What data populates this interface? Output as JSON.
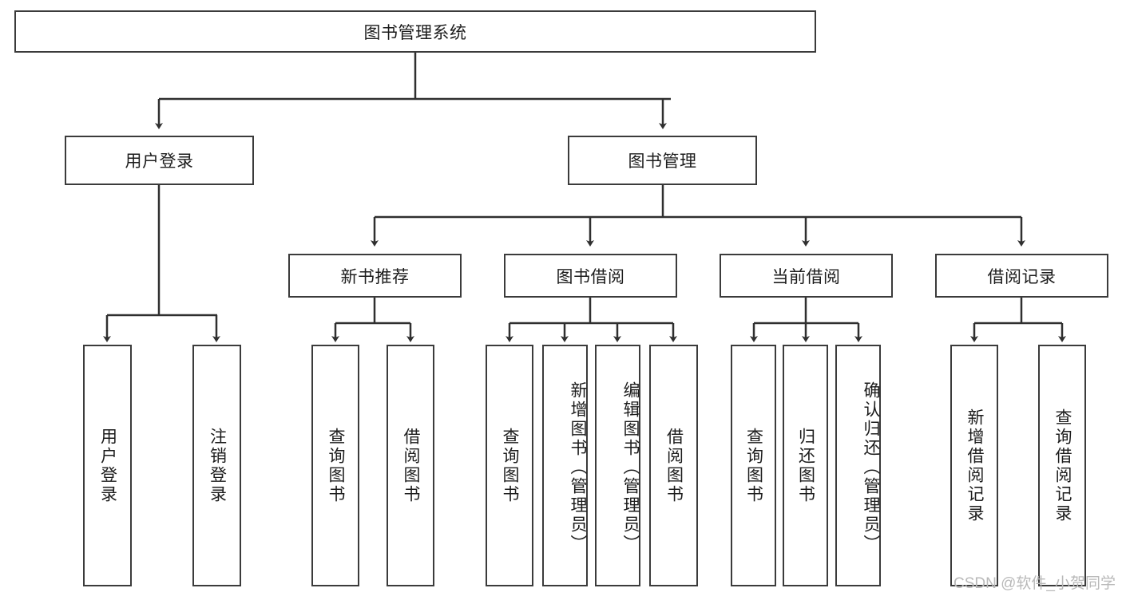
{
  "diagram": {
    "type": "tree",
    "title": "图书管理系统",
    "watermark": "CSDN @软件_小贺同学",
    "colors": {
      "box_border": "#3b3b3b",
      "box_fill": "#ffffff",
      "line": "#2f2f2f",
      "text": "#1c1c1c",
      "watermark": "#b9b9b9"
    },
    "levels": {
      "root": {
        "label": "图书管理系统"
      },
      "level2": [
        {
          "id": "user-login",
          "label": "用户登录"
        },
        {
          "id": "book-manage",
          "label": "图书管理"
        }
      ],
      "level3": [
        {
          "id": "new-book-recommend",
          "label": "新书推荐"
        },
        {
          "id": "book-borrow",
          "label": "图书借阅"
        },
        {
          "id": "current-borrow",
          "label": "当前借阅"
        },
        {
          "id": "borrow-record",
          "label": "借阅记录"
        }
      ],
      "leaves": {
        "user_login": [
          {
            "id": "user-login-leaf",
            "label": "用户登录"
          },
          {
            "id": "logout-leaf",
            "label": "注销登录"
          }
        ],
        "new_book_recommend": [
          {
            "id": "query-book-1",
            "label": "查询图书"
          },
          {
            "id": "borrow-book-1",
            "label": "借阅图书"
          }
        ],
        "book_borrow": [
          {
            "id": "query-book-2",
            "label": "查询图书"
          },
          {
            "id": "add-book",
            "label": "新增图书（管理员）"
          },
          {
            "id": "edit-book",
            "label": "编辑图书（管理员）"
          },
          {
            "id": "borrow-book-2",
            "label": "借阅图书"
          }
        ],
        "current_borrow": [
          {
            "id": "query-book-3",
            "label": "查询图书"
          },
          {
            "id": "return-book",
            "label": "归还图书"
          },
          {
            "id": "confirm-return",
            "label": "确认归还（管理员）"
          }
        ],
        "borrow_record": [
          {
            "id": "add-borrow-record",
            "label": "新增借阅记录"
          },
          {
            "id": "query-borrow-record",
            "label": "查询借阅记录"
          }
        ]
      }
    }
  }
}
